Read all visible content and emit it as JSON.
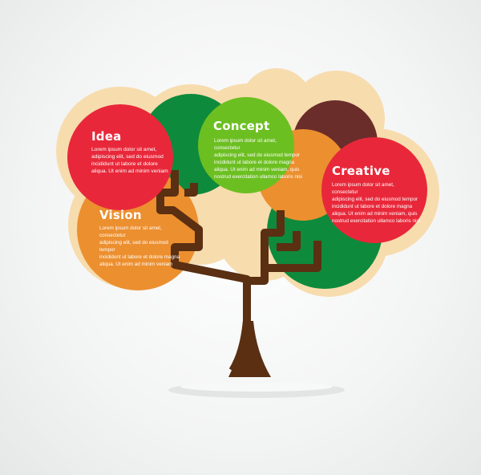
{
  "colors": {
    "red": "#e8283a",
    "orange": "#ec8f2f",
    "green_dark": "#0e8a3c",
    "green_light": "#6cbf21",
    "brown": "#6b2d2a",
    "halo": "#f7dcae",
    "trunk": "#5a2f12"
  },
  "bubbles": [
    {
      "title": "Idea",
      "body": "Lorem ipsum dolor sit amet,\nadipiscing elit, sed do eiusmod\nincididunt ut labore et dolore\naliqua. Ut enim ad minim veniam"
    },
    {
      "title": "Concept",
      "body": "Lorem ipsum dolor sit amet, consectetur\nadipiscing elit, sed do eiusmod tempor\nincididunt ut labore et dolore magna\naliqua. Ut enim ad minim veniam, quis\nnostrud exercitation ullamco laboris nisi"
    },
    {
      "title": "Creative",
      "body": "Lorem ipsum dolor sit amet, consectetur\nadipiscing elit, sed do eiusmod tempor\nincididunt ut labore et dolore magna\naliqua. Ut enim ad minim veniam, quis\nnostrud exercitation ullamco laboris nisi"
    },
    {
      "title": "Vision",
      "body": "Lorem ipsum dolor sit amet, consectetur\nadipiscing elit, sed do eiusmod tempor\nincididunt ut labore et dolore magna\naliqua. Ut enim ad minim veniam"
    }
  ]
}
